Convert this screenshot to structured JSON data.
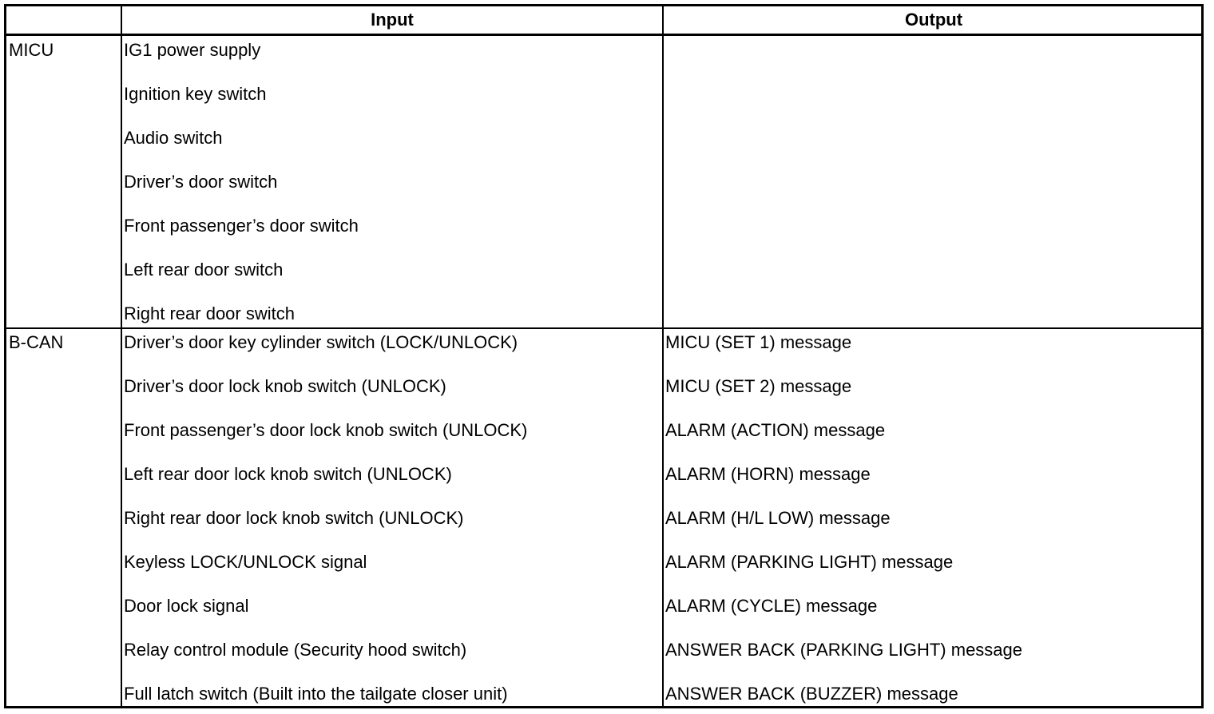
{
  "table": {
    "headers": {
      "col0": "",
      "input": "Input",
      "output": "Output"
    },
    "groups": [
      {
        "label": "MICU",
        "rows": [
          {
            "input": "IG1 power supply",
            "output": ""
          },
          {
            "input": "Ignition key switch",
            "output": ""
          },
          {
            "input": "Audio switch",
            "output": ""
          },
          {
            "input": "Driver’s door switch",
            "output": ""
          },
          {
            "input": "Front passenger’s door switch",
            "output": ""
          },
          {
            "input": "Left rear door switch",
            "output": ""
          },
          {
            "input": "Right rear door switch",
            "output": ""
          }
        ]
      },
      {
        "label": "B-CAN",
        "rows": [
          {
            "input": "Driver’s door key cylinder switch (LOCK/UNLOCK)",
            "output": "MICU (SET 1) message"
          },
          {
            "input": "Driver’s door lock knob switch (UNLOCK)",
            "output": "MICU (SET 2) message"
          },
          {
            "input": "Front passenger’s door lock knob switch (UNLOCK)",
            "output": "ALARM (ACTION) message"
          },
          {
            "input": "Left rear door lock knob switch (UNLOCK)",
            "output": "ALARM (HORN) message"
          },
          {
            "input": "Right rear door lock knob switch (UNLOCK)",
            "output": "ALARM (H/L LOW) message"
          },
          {
            "input": "Keyless LOCK/UNLOCK signal",
            "output": "ALARM (PARKING LIGHT) message"
          },
          {
            "input": "Door lock signal",
            "output": "ALARM (CYCLE) message"
          },
          {
            "input": "Relay control module (Security hood switch)",
            "output": "ANSWER BACK (PARKING LIGHT) message"
          },
          {
            "input": "Full latch switch (Built into the tailgate closer unit)",
            "output": "ANSWER BACK (BUZZER) message"
          }
        ]
      }
    ]
  }
}
